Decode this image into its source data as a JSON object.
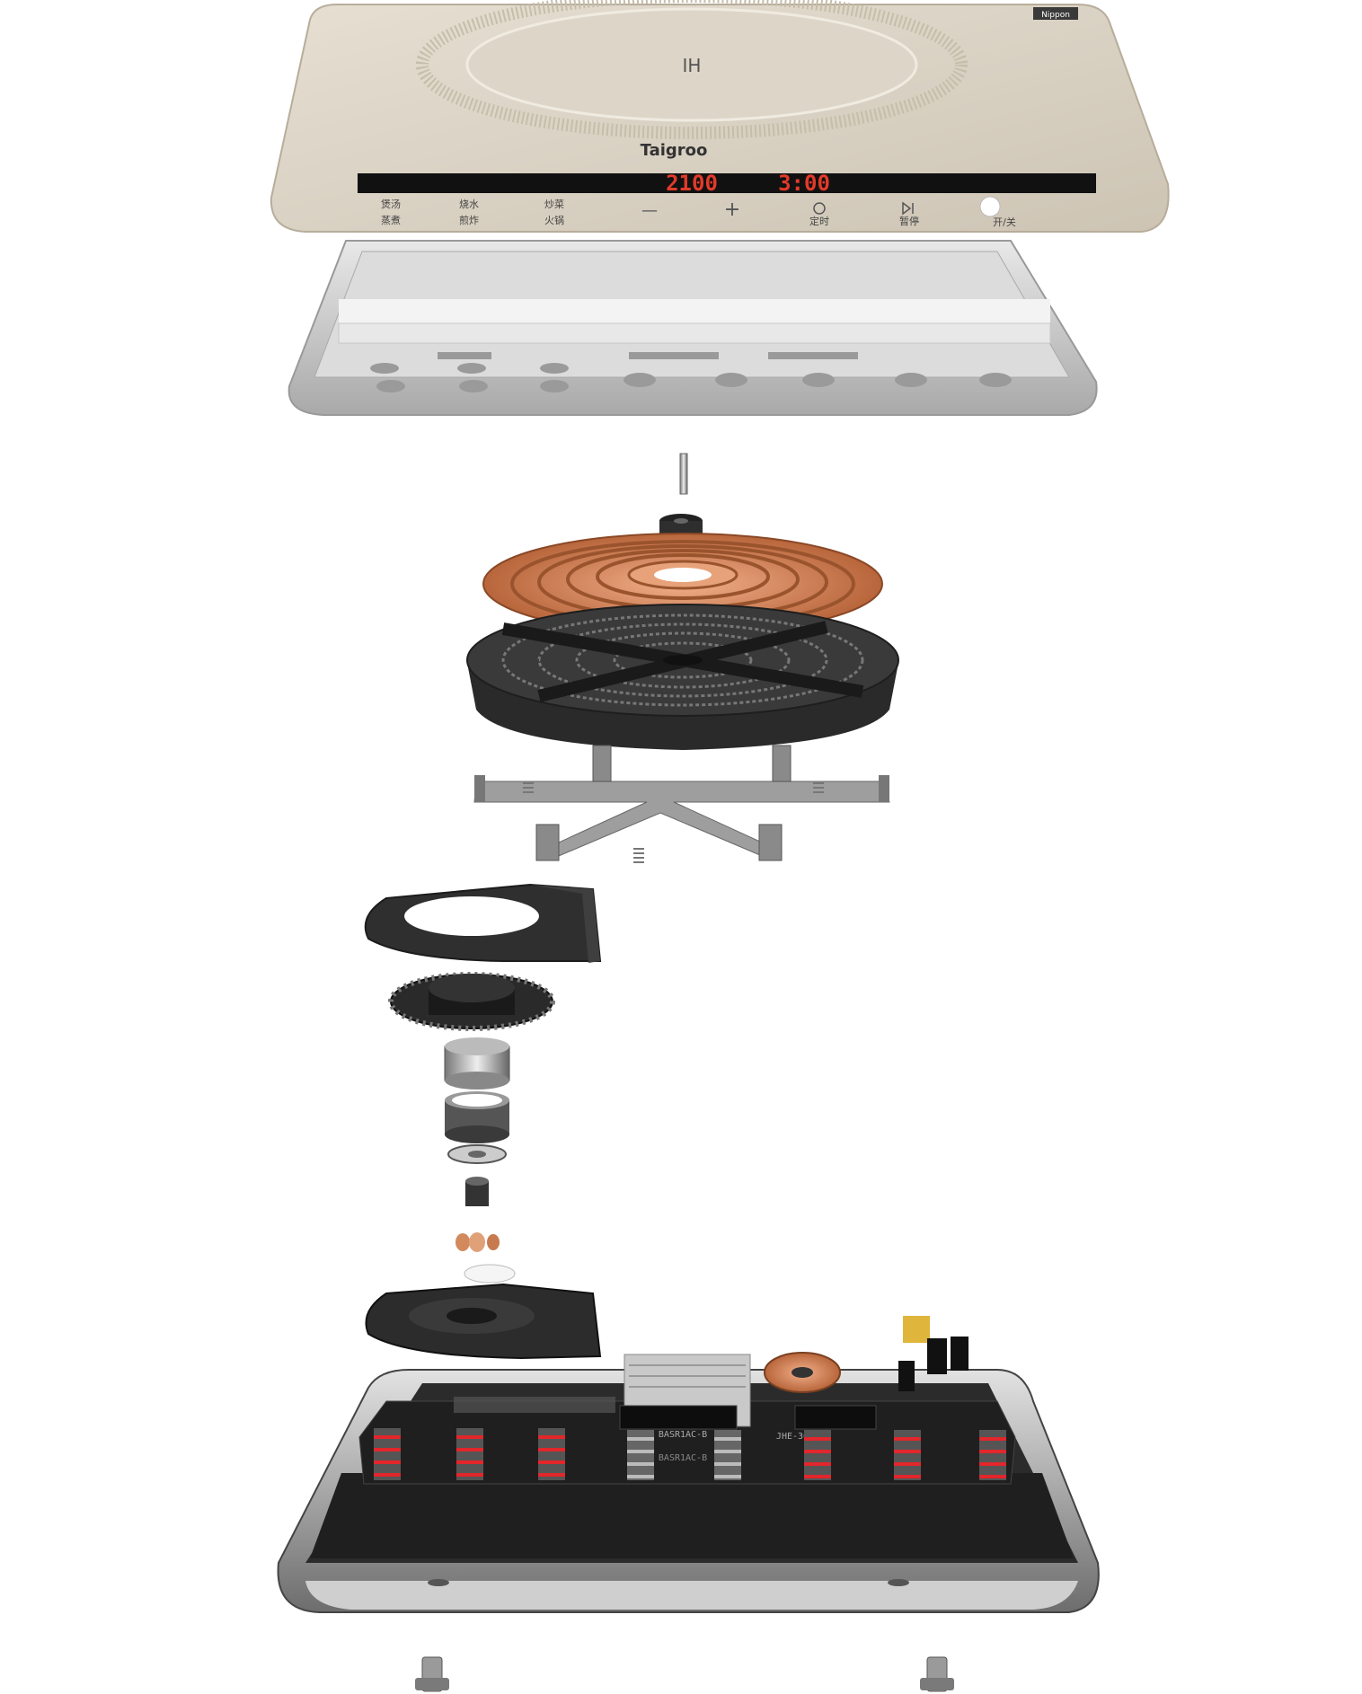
{
  "cooktop": {
    "brand": "Taigroo",
    "zone_mark": "IH",
    "badge": "Nippon",
    "display": {
      "power": "2100",
      "time": "3:00"
    },
    "buttons": [
      {
        "top": "煲汤",
        "bottom": "蒸煮"
      },
      {
        "top": "烧水",
        "bottom": "煎炸"
      },
      {
        "top": "炒菜",
        "bottom": "火锅"
      },
      {
        "top": "—",
        "bottom": ""
      },
      {
        "top": "+",
        "bottom": ""
      },
      {
        "top": "",
        "bottom": "定时"
      },
      {
        "top": "",
        "bottom": "暂停"
      },
      {
        "top": "",
        "bottom": "开/关"
      }
    ]
  },
  "board": {
    "label_1": "BASR1AC-B",
    "label_2": "BASR1AC-B",
    "label_3": "JHE-365"
  },
  "colors": {
    "panel": "#d9d1c2",
    "display": "#111111",
    "digits": "#e23a2a",
    "copper": "#c8794c",
    "plastic_dark": "#2d2d2d",
    "frame": "#cfcfcf",
    "base_shell": "#b8b8b8",
    "spring_red": "#e2262b"
  }
}
